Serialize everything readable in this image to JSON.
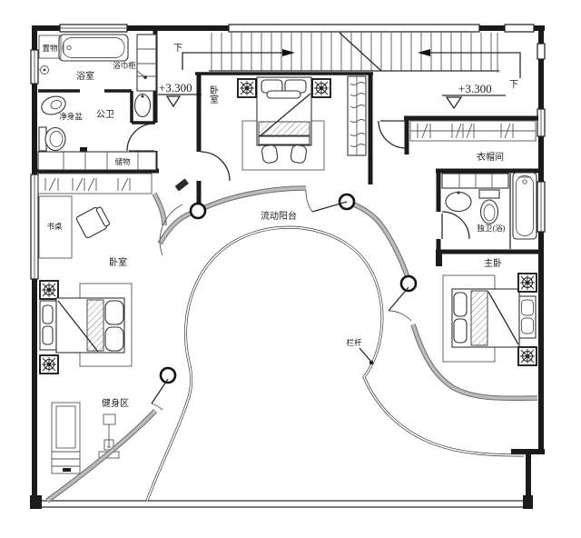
{
  "colors": {
    "ink": "#1b1b1b",
    "gray_wall": "#9c9c9c",
    "railing_line": "#3a3a3a",
    "background": "#ffffff"
  },
  "plan": {
    "labels": {
      "storage_shelf": "置物",
      "bathroom": "浴室",
      "towel_cabinet": "浴巾柜",
      "bidet": "净身盆",
      "public_wc": "公卫",
      "storage": "储物",
      "bedroom_top": "卧室",
      "closet": "衣帽间",
      "ensuite_bath": "独卫(浴)",
      "master_bedroom": "主卧",
      "desk": "书桌",
      "bedroom_left": "卧室",
      "flow_balcony": "流动阳台",
      "railing": "栏杆",
      "fitness_area": "健身区"
    },
    "annotations": {
      "elevation_left": "+3.300",
      "elevation_right": "+3.300",
      "stair_down_left": "下",
      "stair_down_right": "下"
    }
  }
}
